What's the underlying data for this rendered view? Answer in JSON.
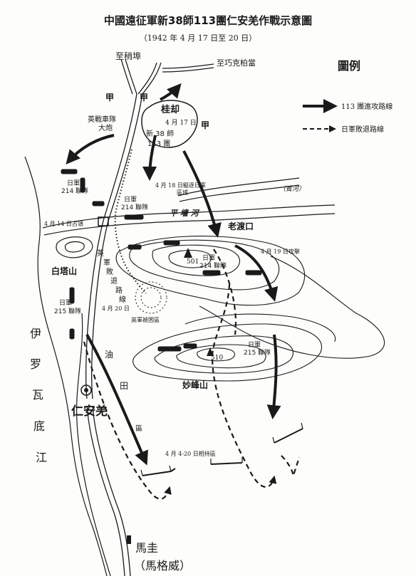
{
  "title": "中國遠征軍新38師113團仁安羌作戰示意圖",
  "subtitle": "（1942 年 4 月 17 日至 20 日）",
  "legend": {
    "title": "圖例",
    "items": [
      {
        "label": "113 團進攻路線",
        "style": "solid-arrow"
      },
      {
        "label": "日軍敗退路線",
        "style": "dashed-arrow"
      }
    ]
  },
  "roads": {
    "to_shaobu": "至稍埠",
    "to_qiaoke": "至巧克柏當"
  },
  "labels": {
    "guiyao": "桂却",
    "zhong1": "甲",
    "zhong2": "甲",
    "zhong3": "甲",
    "british_tank_unit": "英戰車隊",
    "british_artillery": "大炮",
    "date_0417": "4 月 17 日",
    "new38_div": "新 38 師",
    "regiment_113": "113 團",
    "date_0418": "4 月 18 日驅逐日軍",
    "date_0418b": "區域",
    "japan_214_a": "日軍",
    "japan_214_a2": "214 聯隊",
    "japan_214_b": "日軍",
    "japan_214_b2": "214 聯隊",
    "japan_214_c": "日軍",
    "japan_214_c2": "214 聯隊",
    "river_pinqiang": "平  墻  河",
    "river_binhe": "（賓河）",
    "date_0414": "4 月 14 日占領",
    "laodukou": "老渡口",
    "date_0419": "4 月 19 日攻擊",
    "baitashan": "白塔山",
    "hill_501": "501",
    "british_retreat_1": "英",
    "british_retreat_2": "軍",
    "british_retreat_3": "敗",
    "british_retreat_4": "退",
    "british_retreat_5": "路",
    "british_retreat_6": "線",
    "date_0420": "4 月 20 日",
    "british_besieged": "英軍被困區",
    "japan_215_a": "日軍",
    "japan_215_a2": "215 聯隊",
    "japan_215_b": "日軍",
    "japan_215_b2": "215 聯隊",
    "hill_510": "510",
    "miaofengshan": "妙峰山",
    "oilfield_1": "油",
    "oilfield_2": "田",
    "oilfield_3": "區",
    "river_irrawaddy_1": "伊",
    "river_irrawaddy_2": "罗",
    "river_irrawaddy_3": "瓦",
    "river_irrawaddy_4": "底",
    "river_irrawaddy_5": "江",
    "renanqiang": "仁安羌",
    "date_0404": "4 月 4-20 日相持區",
    "magui": "馬圭",
    "maguwei": "（馬格威）"
  },
  "colors": {
    "ink": "#1a1a1a",
    "paper": "#fdfdfb"
  }
}
